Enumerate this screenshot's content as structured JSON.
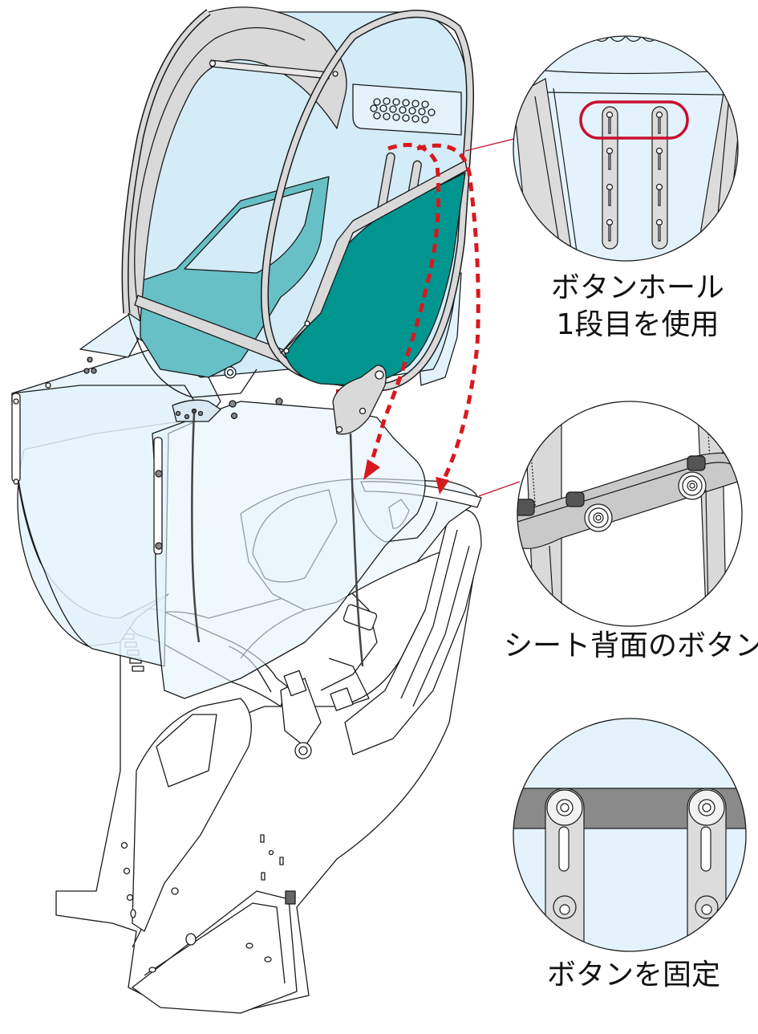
{
  "figure": {
    "subject": "child bicycle seat with rain cover (canopy) attachment",
    "colors": {
      "canopy_clear": "#d3ecf8",
      "canopy_light": "#e4f3fb",
      "teal_inner": "#67c0c6",
      "teal_dark": "#00958f",
      "frame_gray": "#d9d9d9",
      "strap_gray": "#8a8a8a",
      "callout_red": "#c8102e",
      "arrow_red": "#d7191f",
      "outline": "#1a1a1a"
    },
    "brand_tag": {
      "color": "#d7191f",
      "text_legible": false
    }
  },
  "callouts": [
    {
      "id": "button-hole",
      "caption_lines": [
        "ボタンホール",
        "1段目を使用"
      ],
      "detail": "adjustment strap slots, top (1st) hole highlighted",
      "slot_rows": 4,
      "highlighted_row": 1
    },
    {
      "id": "seat-back-button",
      "caption_lines": [
        "シート背面のボタン"
      ],
      "detail": "crossbar on seat back with two snap buttons",
      "button_count": 2
    },
    {
      "id": "fix-button",
      "caption_lines": [
        "ボタンを固定"
      ],
      "detail": "straps fastened onto buttons",
      "button_count": 2
    }
  ],
  "arrows": [
    {
      "from": "canopy-strap-left",
      "to": "seat-back-button-left",
      "style": "dashed"
    },
    {
      "from": "canopy-strap-right",
      "to": "seat-back-button-right",
      "style": "dashed"
    }
  ]
}
